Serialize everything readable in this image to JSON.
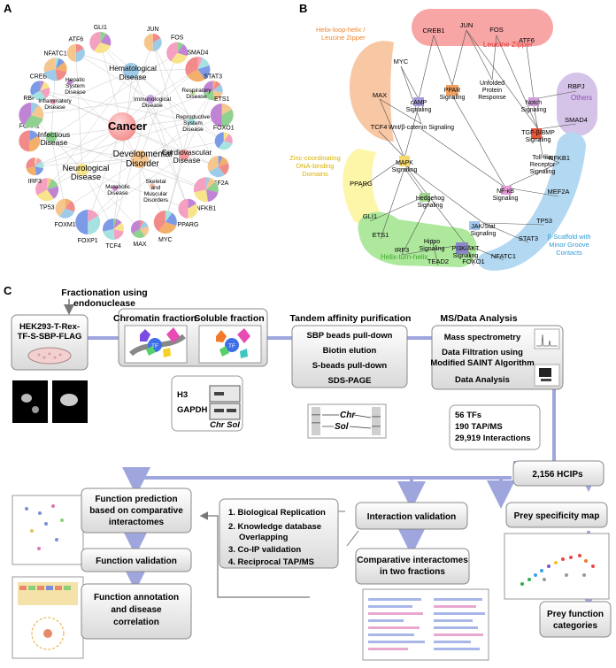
{
  "panels": {
    "a": "A",
    "b": "B",
    "c": "C"
  },
  "panel_a": {
    "tfs": [
      "JUN",
      "FOS",
      "SMAD4",
      "STAT3",
      "ETS1",
      "FOXO1",
      "MEF2A",
      "NFKB1",
      "PPARG",
      "MYC",
      "MAX",
      "TCF4",
      "FOXP1",
      "FOXM1",
      "TP53",
      "IRF3",
      "FOXA1",
      "RBPJ",
      "CREB1",
      "NFATC1",
      "ATF6",
      "GLI1"
    ],
    "diseases": {
      "cancer": "Cancer",
      "hematological": [
        "Hematological",
        "Disease"
      ],
      "hepatic": [
        "Hepatic",
        "System",
        "Disease"
      ],
      "inflammatory": [
        "Inflammatory",
        "Disease"
      ],
      "immunological": [
        "Immunological",
        "Disease"
      ],
      "respiratory": [
        "Respiratory",
        "Disease"
      ],
      "reproductive": [
        "Reproductive",
        "System",
        "Disease"
      ],
      "infectious": [
        "Infectious",
        "Disease"
      ],
      "developmental": [
        "Developmental",
        "Disorder"
      ],
      "cardiovascular": [
        "Cardiovascular",
        "Disease"
      ],
      "neurological": [
        "Neurological",
        "Disease"
      ],
      "skeletal": [
        "Skeletal",
        "and",
        "Muscular",
        "Disorders"
      ],
      "metabolic": [
        "Metabolic",
        "Disease"
      ]
    }
  },
  "panel_b": {
    "groups": {
      "leucine": "Leucine Zipper",
      "hlh": [
        "Helix-loop-helix /",
        "Leucine Zipper"
      ],
      "others": "Others",
      "zinc": [
        "Zinc-coordinating",
        "DNA-binding",
        "Domains"
      ],
      "htH": "Helix-turn-helix",
      "beta": [
        "β-Scaffold with",
        "Minor Groove",
        "Contacts"
      ]
    },
    "tfs": {
      "creb1": "CREB1",
      "jun": "JUN",
      "fos": "FOS",
      "atf6": "ATF6",
      "myc": "MYC",
      "max": "MAX",
      "tcf4": "TCF4",
      "rbpj": "RBPJ",
      "smad4": "SMAD4",
      "pparg": "PPARG",
      "gli1": "GLI1",
      "ets1": "ETS1",
      "irf3": "IRF3",
      "tead2": "TEAD2",
      "foxo1": "FOXO1",
      "nfkb1": "NFKB1",
      "mef2a": "MEF2A",
      "tp53": "TP53",
      "stat3": "STAT3",
      "nfatc1": "NFATC1"
    },
    "pathways": {
      "ppar": [
        "PPAR",
        "Signaling"
      ],
      "upr": [
        "Unfolded",
        "Protein",
        "Response"
      ],
      "camp": [
        "cAMP",
        "Signaling"
      ],
      "notch": [
        "Notch",
        "Signaling"
      ],
      "wnt": "Wnt/β-catenin Signaling",
      "tgf": [
        "TGF-β/BMP",
        "Signaling"
      ],
      "tlr": [
        "Toll-like",
        "Receptor",
        "Signaling"
      ],
      "mapk": [
        "MAPK",
        "Signaling"
      ],
      "nfkb": [
        "NF-κB",
        "Signaling"
      ],
      "hedgehog": [
        "Hedgehog",
        "Signaling"
      ],
      "jak": [
        "JAK/Stat",
        "Signaling"
      ],
      "hippo": [
        "Hippo",
        "Signaling"
      ],
      "pi3k": [
        "PI3K/AKT",
        "Signaling"
      ]
    }
  },
  "panel_c": {
    "fractionation": [
      "Fractionation using",
      "endonuclease"
    ],
    "cell_line": [
      "HEK293-T-Rex-",
      "TF-S-SBP-FLAG"
    ],
    "chromatin_fraction": "Chromatin fraction",
    "soluble_fraction": "Soluble fraction",
    "tf_label": "TF",
    "tap_title": "Tandem affinity purification",
    "tap_steps": [
      "SBP beads pull-down",
      "Biotin elution",
      "S-beads pull-down",
      "SDS-PAGE"
    ],
    "ms_title": "MS/Data Analysis",
    "ms_steps": [
      "Mass spectrometry",
      "Data Filtration using",
      "Modified SAINT Algorithm",
      "Data Analysis"
    ],
    "blot": {
      "h3": "H3",
      "gapdh": "GAPDH",
      "lanes": "Chr Sol"
    },
    "gel": {
      "chr": "Chr",
      "sol": "Sol"
    },
    "stats": [
      "56 TFs",
      "190 TAP/MS",
      "29,919 Interactions"
    ],
    "hcips": "2,156 HCIPs",
    "function_prediction": [
      "Function prediction",
      "based on comparative",
      "interactomes"
    ],
    "validation_list": [
      "1. Biological Replication",
      "2. Knowledge database",
      "Overlapping",
      "3. Co-IP validation",
      "4. Reciprocal TAP/MS"
    ],
    "interaction_validation": "Interaction validation",
    "prey_specificity": "Prey specificity map",
    "function_validation": "Function validation",
    "comparative": [
      "Comparative interactomes",
      "in two fractions"
    ],
    "annotation": [
      "Function annotation",
      "and disease",
      "correlation"
    ],
    "prey_function": [
      "Prey function",
      "categories"
    ]
  },
  "colors": {
    "flow": "#9ea6dd",
    "leucine": "#f7a5a5",
    "hlh": "#f8c7a4",
    "others": "#d5c3e8",
    "zinc": "#fdf6a9",
    "htH": "#aee89c",
    "beta": "#b3d8f1"
  }
}
